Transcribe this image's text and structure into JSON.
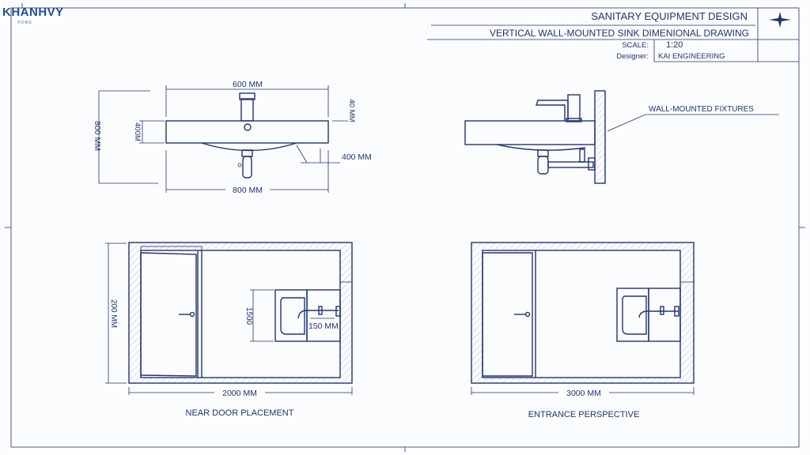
{
  "logo": {
    "name": "KHANHVY",
    "sub": "HOME"
  },
  "title_block": {
    "title": "SANITARY EQUIPMENT DESIGN",
    "subtitle": "VERTICAL WALL-MOUNTED SINK DIMENIONAL DRAWING",
    "scale_label": "SCALE:",
    "scale_value": "1:20",
    "designer_label": "Designer:",
    "designer_value": "KAI ENGINEERING",
    "icon": "compass-star-icon"
  },
  "front_view": {
    "width_top": "600 MM",
    "height_total": "800 MM",
    "basin_height": "400M",
    "rim": "40 MM",
    "depth": "400 MM",
    "width_bottom": "800 MM"
  },
  "side_view": {
    "label": "WALL-MOUNTED FIXTURES"
  },
  "plan_near_door": {
    "height": "200 MM",
    "sink_height": "1500",
    "offset": "150 MM",
    "width": "2000 MM",
    "caption": "NEAR DOOR PLACEMENT"
  },
  "plan_entrance": {
    "width": "3000 MM",
    "caption": "ENTRANCE PERSPECTIVE"
  },
  "colors": {
    "ink": "#22346e",
    "background": "#fbfcfe",
    "logo": "#1e4f95"
  }
}
